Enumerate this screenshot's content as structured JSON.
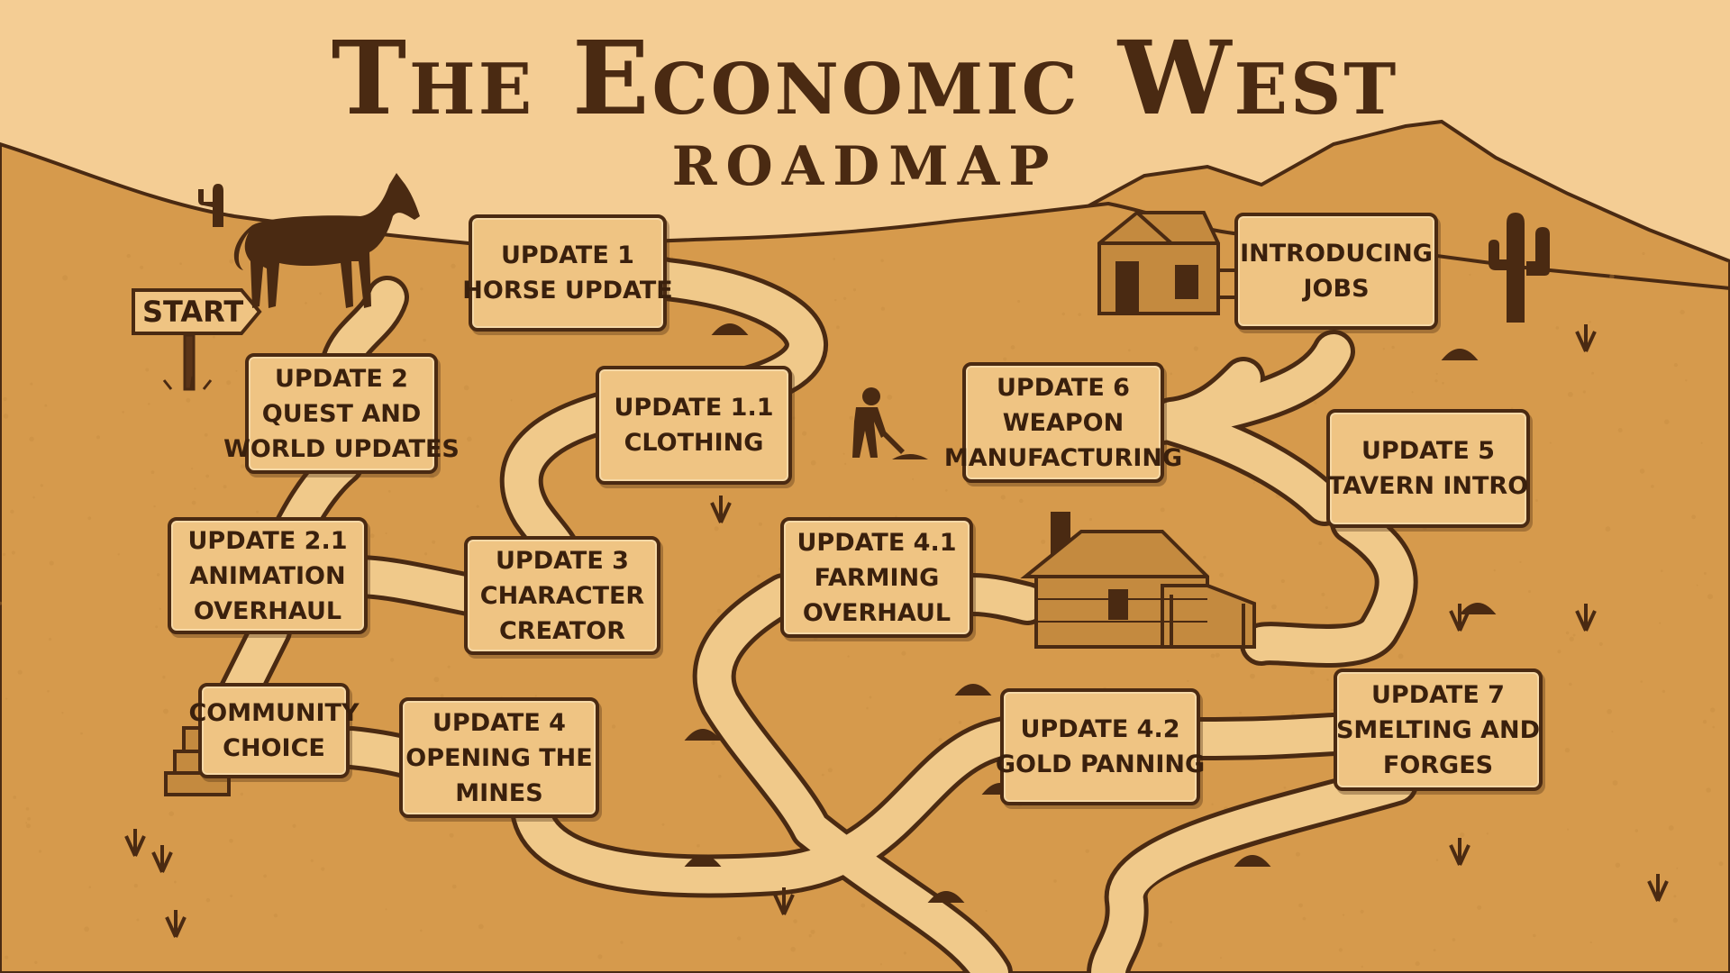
{
  "title": "The Economic West",
  "subtitle": "Roadmap",
  "start_label": "START",
  "colors": {
    "sky": "#f4cd94",
    "ground": "#d69a4c",
    "ink": "#4a2a12",
    "road": "#f0c98a",
    "card": "#efc483"
  },
  "milestones": [
    {
      "id": "update-1",
      "lines": [
        "UPDATE 1",
        "HORSE UPDATE"
      ]
    },
    {
      "id": "update-1-1",
      "lines": [
        "UPDATE 1.1",
        "CLOTHiNG"
      ]
    },
    {
      "id": "update-2",
      "lines": [
        "UPDATE 2",
        "QUEST AND",
        "WORLD UPDATES"
      ]
    },
    {
      "id": "update-2-1",
      "lines": [
        "UPDATE 2.1",
        "ANiMATiON",
        "OVERHAUL"
      ]
    },
    {
      "id": "update-3",
      "lines": [
        "UPDATE 3",
        "CHARACTER",
        "CREATOR"
      ]
    },
    {
      "id": "community-choice",
      "lines": [
        "COMMUNiTY",
        "CHOiCE"
      ]
    },
    {
      "id": "update-4",
      "lines": [
        "UPDATE 4",
        "OPENiNG THE",
        "MiNES"
      ]
    },
    {
      "id": "update-4-1",
      "lines": [
        "UPDATE 4.1",
        "FARMiNG",
        "OVERHAUL"
      ]
    },
    {
      "id": "update-4-2",
      "lines": [
        "UPDATE 4.2",
        "GOLD PANNiNG"
      ]
    },
    {
      "id": "update-5",
      "lines": [
        "UPDATE 5",
        "TAVERN iNTRO"
      ]
    },
    {
      "id": "update-6",
      "lines": [
        "UPDATE 6",
        "WEAPON",
        "MANUFACTURiNG"
      ]
    },
    {
      "id": "update-7",
      "lines": [
        "UPDATE 7",
        "SMELTiNG AND",
        "FORGES"
      ]
    },
    {
      "id": "introducing-jobs",
      "lines": [
        "iNTRODUCiNG",
        "JOBS"
      ]
    }
  ],
  "illustrations": [
    "horse-icon",
    "cactus-icon",
    "miner-icon",
    "cabin-icon",
    "farmhouse-icon",
    "rock-pile-icon",
    "desert-shrub-icon",
    "mountain-icon"
  ]
}
